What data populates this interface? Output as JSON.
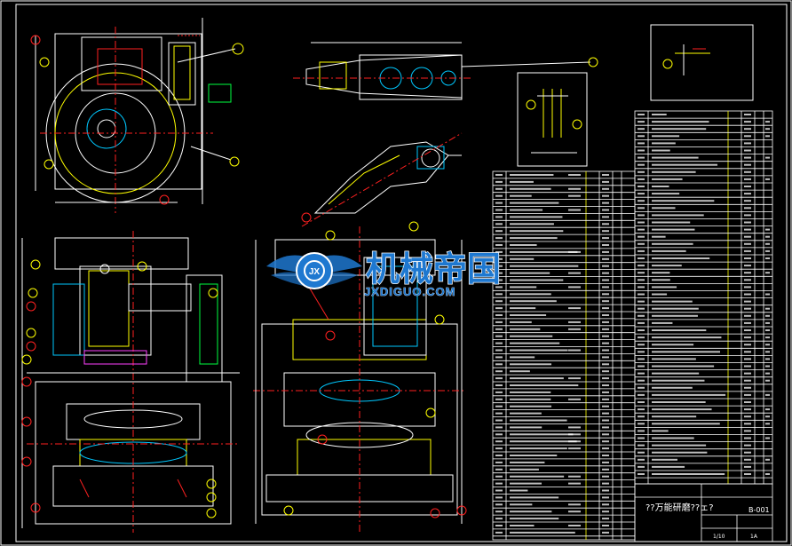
{
  "title_block": {
    "drawing_title": "??万能研磨??ェ?",
    "drawing_number": "B-001",
    "scale": "1/10",
    "sheet": "1A"
  },
  "watermark": {
    "cn_name": "机械帝国",
    "url": "JXDIGUO.COM"
  },
  "colors": {
    "background": "#000000",
    "line_white": "#ffffff",
    "line_yellow": "#ffff00",
    "line_red": "#ff2020",
    "line_cyan": "#00c8ff",
    "line_green": "#00ff40",
    "line_magenta": "#ff40ff",
    "logo_blue": "#1e78d0"
  }
}
